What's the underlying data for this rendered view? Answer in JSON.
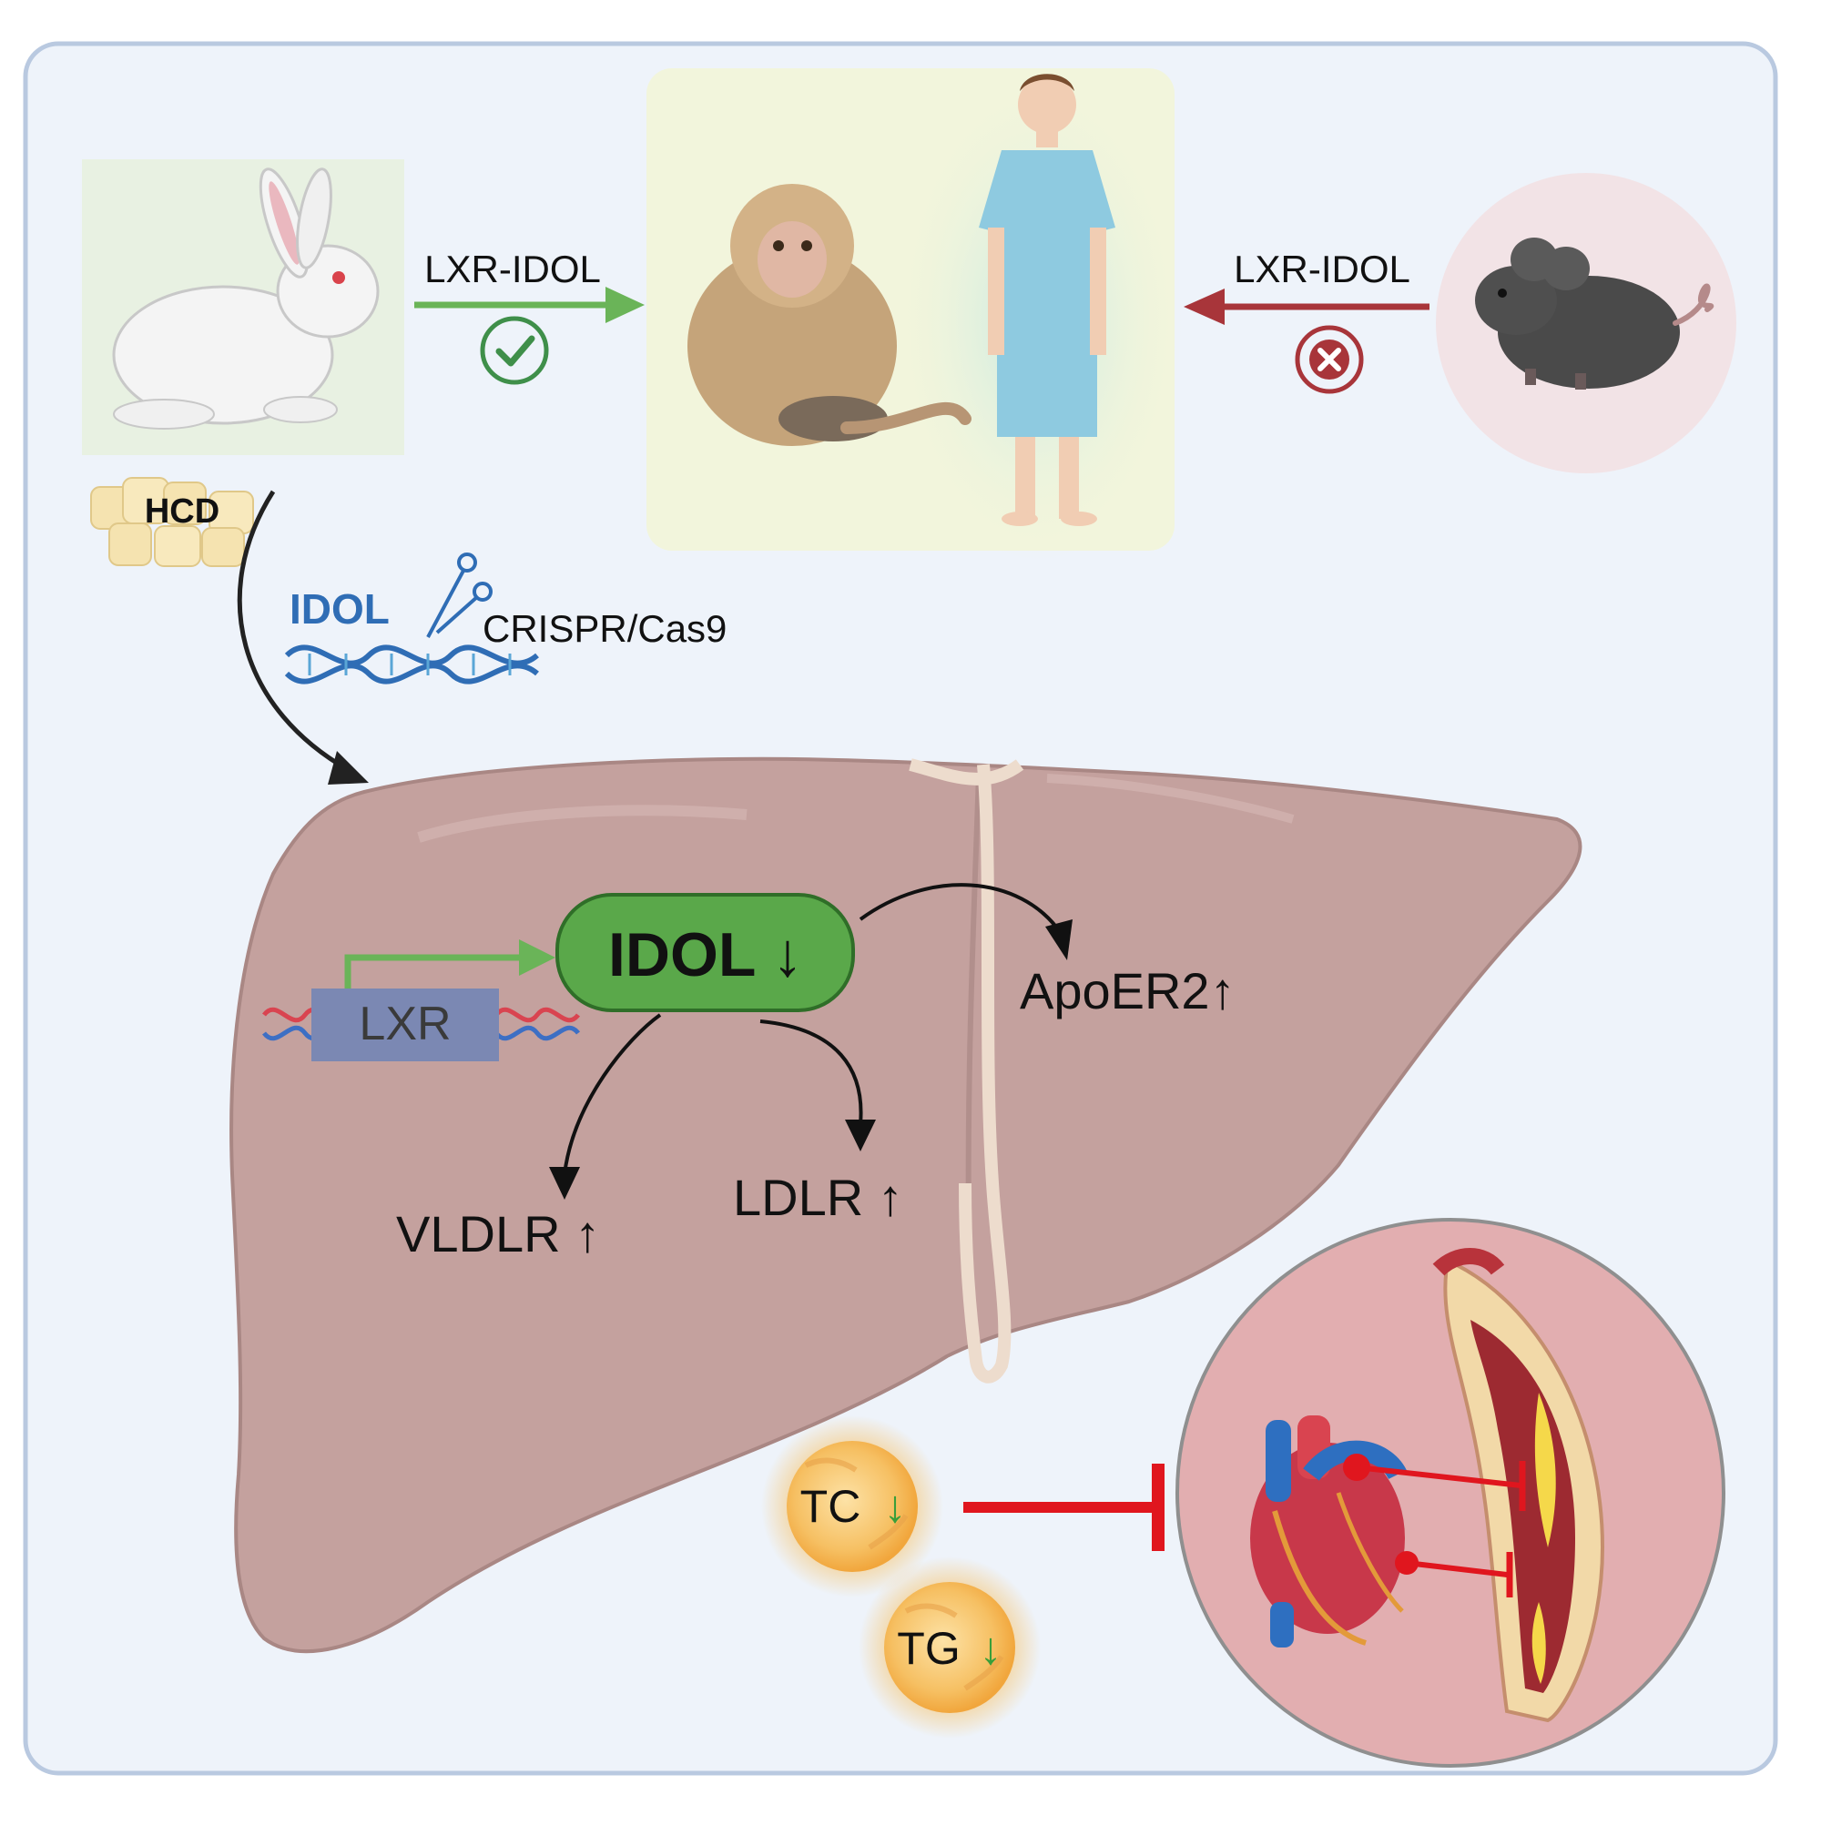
{
  "labels": {
    "hcd": "HCD",
    "crispr_gene": "IDOL",
    "crispr_method": "CRISPR/Cas9",
    "arrow_left": "LXR-IDOL",
    "arrow_right": "LXR-IDOL",
    "lxr": "LXR",
    "idol": "IDOL ↓",
    "apoer2": "ApoER2↑",
    "vldlr": "VLDLR ↑",
    "ldlr": "LDLR ↑",
    "tc": "TC",
    "tg": "TG",
    "down_arrow": "↓"
  },
  "colors": {
    "panel_bg": "#eef3fa",
    "panel_border": "#b9c9e0",
    "liver": "#c4a19e",
    "liver_dark": "#a98784",
    "idol_pill": "#5aa84a",
    "lxr_box": "#7b88b3",
    "green_arrow": "#6ab458",
    "red_arrow": "#a8353a",
    "inhibit": "#e0161e",
    "check": "#3f8f4a",
    "cross": "#a8353a",
    "dna_blue": "#2f6db5",
    "lipid": "#f2b24a"
  },
  "icons": {
    "rabbit": "rabbit-icon",
    "mouse": "mouse-icon",
    "monkey": "monkey-icon",
    "human": "human-icon",
    "check": "check-circle-icon",
    "cross": "cross-circle-icon",
    "scissors": "scissors-icon",
    "dna": "dna-icon",
    "heart": "heart-icon",
    "artery": "artery-icon"
  }
}
